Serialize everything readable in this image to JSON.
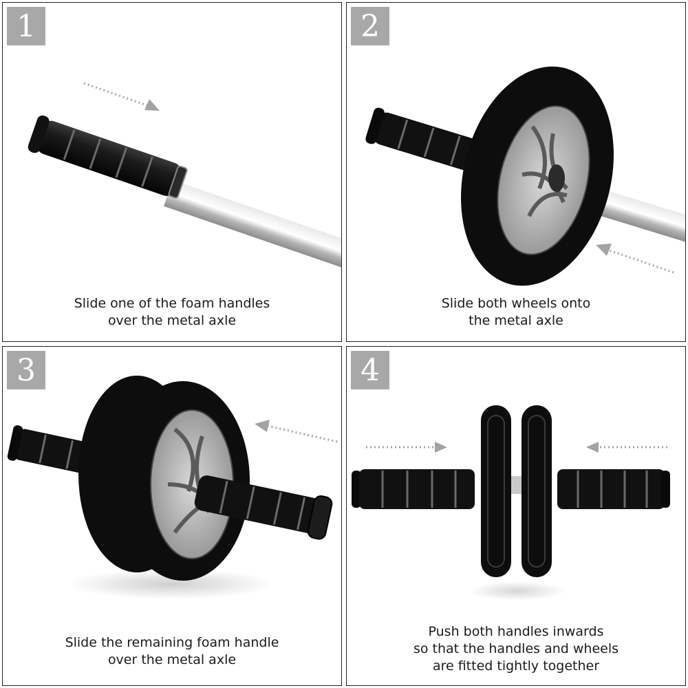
{
  "colors": {
    "badge_bg": "#a8a8a8",
    "badge_text": "#ffffff",
    "foam": "#111111",
    "foam_seam": "#6a6a6a",
    "axle": "#c9c9c9",
    "wheel_tire": "#0d0d0d",
    "wheel_hub": "#bdbdbd",
    "arrow_dots": "#a3a3a3"
  },
  "icons": [
    "foam-handle-icon",
    "metal-axle-icon",
    "ab-wheel-icon",
    "direction-arrow-icon"
  ],
  "steps": [
    {
      "number": "1",
      "caption_lines": [
        "Slide one of the foam handles",
        "over the metal axle"
      ]
    },
    {
      "number": "2",
      "caption_lines": [
        "Slide both wheels onto",
        "the metal axle"
      ]
    },
    {
      "number": "3",
      "caption_lines": [
        "Slide the remaining foam handle",
        "over the metal axle"
      ]
    },
    {
      "number": "4",
      "caption_lines": [
        "Push both handles inwards",
        "so that the handles and wheels",
        "are fitted tightly together"
      ]
    }
  ]
}
